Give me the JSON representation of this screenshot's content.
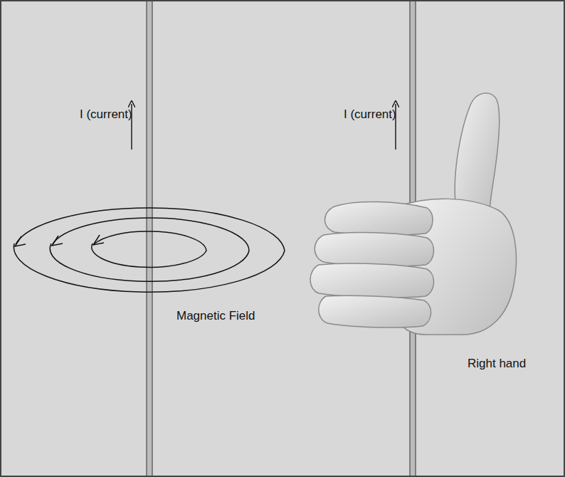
{
  "diagram": {
    "labels": [
      "I (current)",
      "I (current)",
      "Magnetic Field",
      "Right hand"
    ]
  }
}
